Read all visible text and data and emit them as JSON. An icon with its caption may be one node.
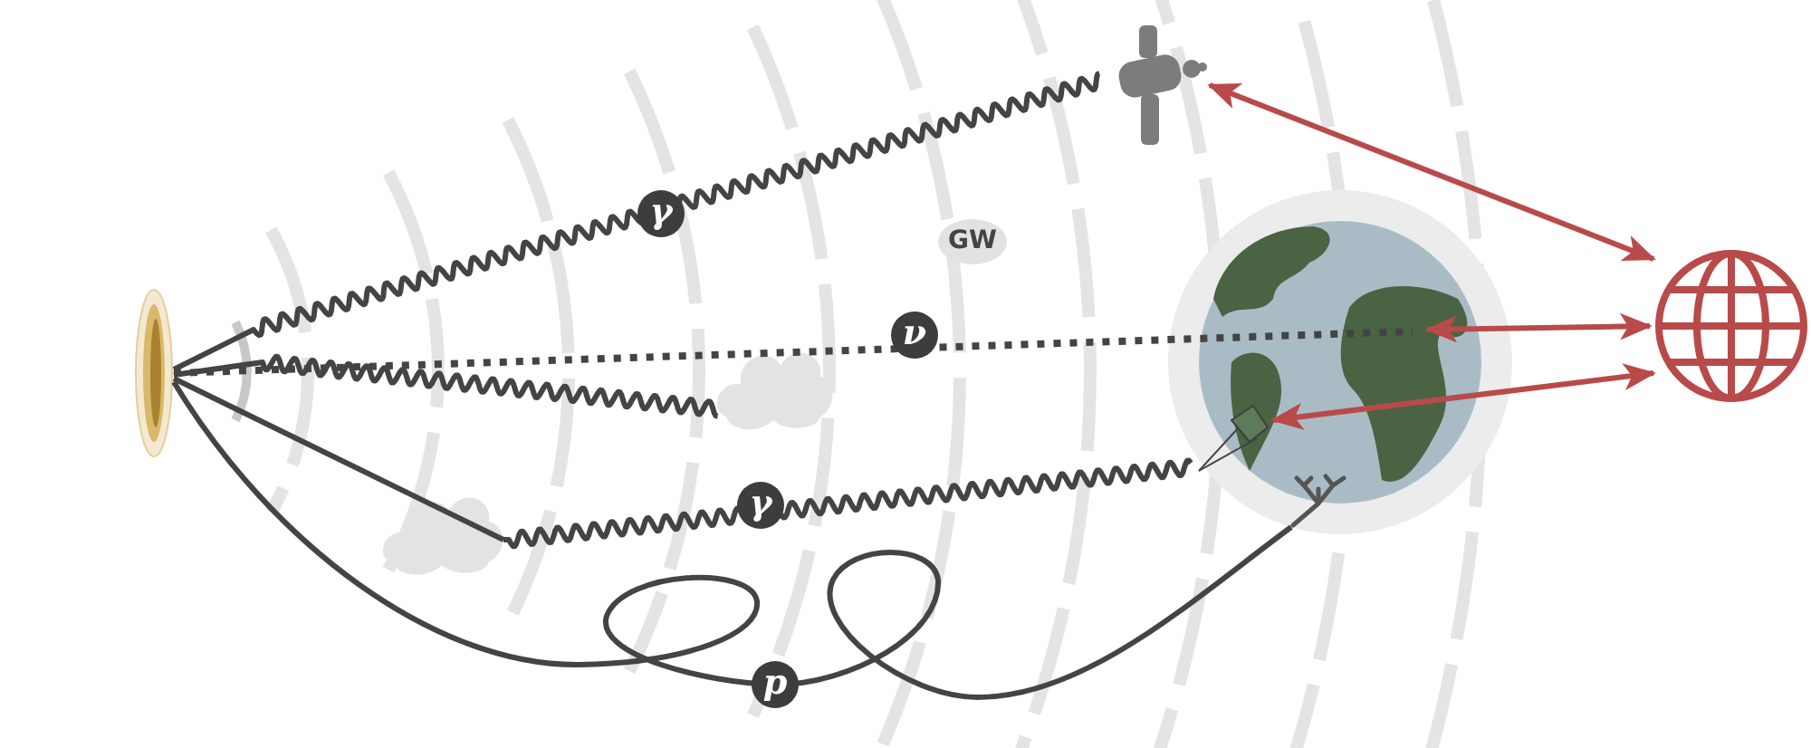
{
  "diagram": {
    "nodes": [
      {
        "text": [],
        "shape": "picture"
      },
      {
        "text": [],
        "shape": "cloud"
      },
      {
        "text": [],
        "shape": "cloud"
      },
      {
        "text": [
          "GW"
        ]
      },
      {
        "text": [],
        "shape": "picture"
      },
      {
        "text": [],
        "shape": "picture"
      },
      {
        "text": [],
        "shape": "picture",
        "in": 5
      },
      {
        "text": [],
        "shape": "picture",
        "in": 5
      },
      {
        "text": [],
        "shape": "picture"
      }
    ],
    "edges": [
      {
        "from": 0,
        "to": 4,
        "arrow": "none",
        "label": "γ"
      },
      {
        "from": 0,
        "to": 5,
        "arrow": "none",
        "label": "ν",
        "style": "dashed"
      },
      {
        "from": 0,
        "to": 2,
        "arrow": "none"
      },
      {
        "from": 0,
        "to": 1,
        "arrow": "none"
      },
      {
        "from": 1,
        "to": 6,
        "arrow": "none",
        "label": "γ"
      },
      {
        "from": 0,
        "to": 7,
        "arrow": "none",
        "label": "p"
      },
      {
        "from": 4,
        "to": 8,
        "arrow": "both",
        "color": "#b94a4a"
      },
      {
        "from": 5,
        "to": 8,
        "arrow": "both",
        "color": "#b94a4a"
      },
      {
        "from": 6,
        "to": 8,
        "arrow": "both",
        "color": "#b94a4a"
      }
    ]
  }
}
